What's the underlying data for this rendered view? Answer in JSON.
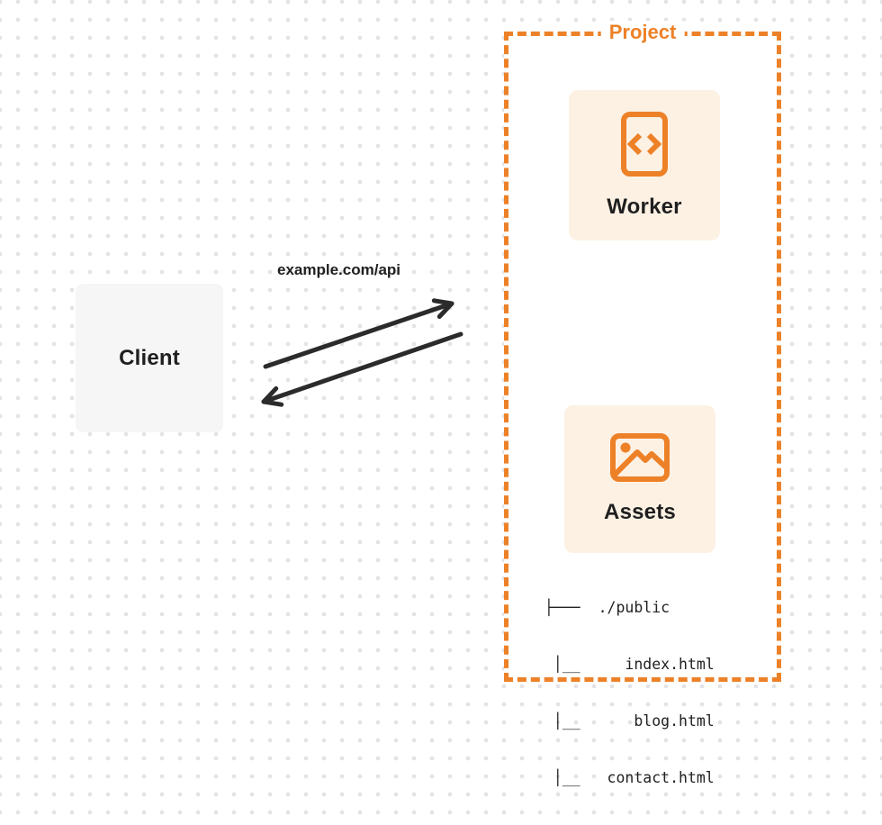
{
  "client": {
    "label": "Client"
  },
  "connection": {
    "label": "example.com/api",
    "request_icon": "arrow-up-right",
    "response_icon": "arrow-down-left"
  },
  "project": {
    "label": "Project",
    "nodes": [
      {
        "label": "Worker",
        "icon": "code-file-icon"
      },
      {
        "label": "Assets",
        "icon": "image-icon"
      }
    ],
    "file_tree": [
      "├───  ./public",
      " │__     index.html",
      " │__      blog.html",
      " │__   contact.html"
    ]
  },
  "colors": {
    "accent_orange": "#ed8128",
    "card_cream": "#fdf1e4",
    "client_fill": "#f6f6f7",
    "arrow_dark": "#2b2b2b",
    "text_dark": "#1f1f1f",
    "dot_grid": "#e3e3e7"
  }
}
